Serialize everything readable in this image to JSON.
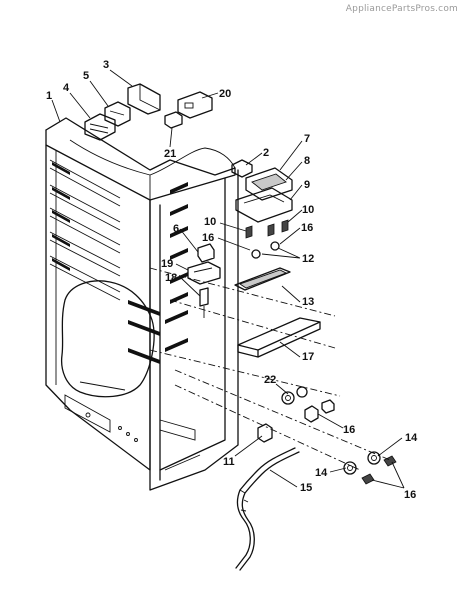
{
  "watermark": "AppliancePartsPros.com",
  "callouts": {
    "c1": "1",
    "c2": "2",
    "c3": "3",
    "c4": "4",
    "c5": "5",
    "c6": "6",
    "c7": "7",
    "c8": "8",
    "c9": "9",
    "c10a": "10",
    "c10b": "10",
    "c11": "11",
    "c12": "12",
    "c13": "13",
    "c14a": "14",
    "c14b": "14",
    "c15": "15",
    "c16a": "16",
    "c16b": "16",
    "c16c": "16",
    "c16d": "16",
    "c17": "17",
    "c18": "18",
    "c19": "19",
    "c20": "20",
    "c21": "21",
    "c22": "22"
  }
}
